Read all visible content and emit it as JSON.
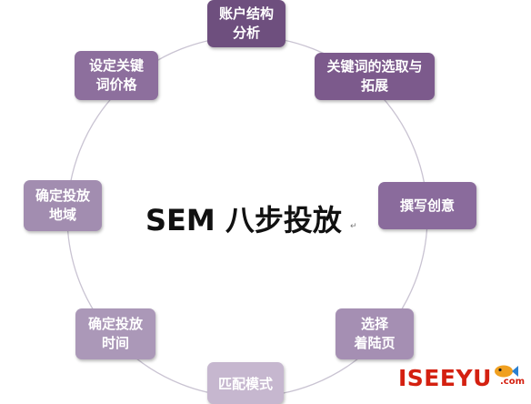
{
  "title": "SEM 八步投放",
  "return_glyph": "↵",
  "steps": [
    {
      "label": "账户结构\n分析"
    },
    {
      "label": "关键词的选取与\n拓展"
    },
    {
      "label": "撰写创意"
    },
    {
      "label": "选择\n着陆页"
    },
    {
      "label": "匹配模式"
    },
    {
      "label": "确定投放\n时间"
    },
    {
      "label": "确定投放\n地域"
    },
    {
      "label": "设定关键\n词价格"
    }
  ],
  "watermark": {
    "text": "ISEEYU",
    "suffix": ".com",
    "color": "#d42010"
  },
  "colors": {
    "circle": "#c9c3d2",
    "node_dark": "#6e4f7e",
    "node_light": "#c6b7cf"
  }
}
